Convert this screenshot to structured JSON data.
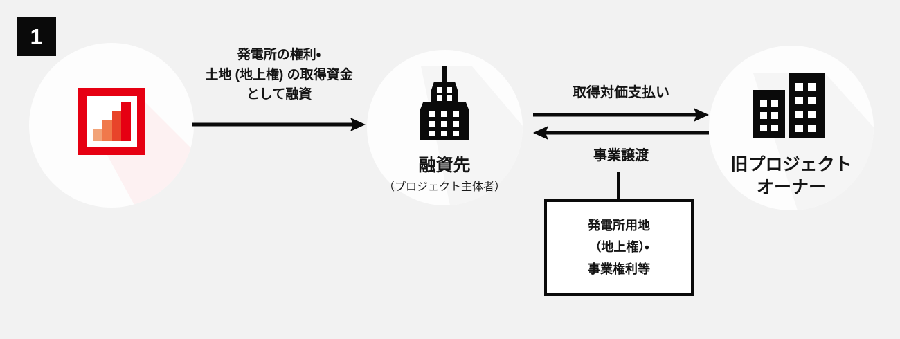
{
  "diagram": {
    "step_badge": "1",
    "background_color": "#f2f2f2"
  },
  "nodes": [
    {
      "id": "lender",
      "icon": "bar-chart-icon",
      "label": "",
      "sublabel": ""
    },
    {
      "id": "borrower",
      "icon": "office-building-icon",
      "label": "融資先",
      "sublabel": "（プロジェクト主体者）"
    },
    {
      "id": "former-owner",
      "icon": "two-buildings-icon",
      "label_line1": "旧プロジェクト",
      "label_line2": "オーナー"
    }
  ],
  "arrows": [
    {
      "id": "loan",
      "direction": "right",
      "label_line1": "発電所の権利・",
      "label_line2": "土地 (地上権) の取得資金",
      "label_line3": "として融資"
    },
    {
      "id": "payment",
      "direction": "right",
      "label": "取得対価支払い"
    },
    {
      "id": "transfer",
      "direction": "left",
      "label": "事業譲渡"
    }
  ],
  "asset_box": {
    "line1": "発電所用地",
    "line2": "（地上権）・",
    "line3": "事業権利等"
  },
  "colors": {
    "background": "#f2f2f2",
    "ink": "#0a0a0a",
    "circle": "#fdfdfd",
    "brand_red": "#e60012",
    "bar_1": "#f2a378",
    "bar_2": "#f0794b",
    "bar_3": "#e8442a",
    "bar_4": "#e60012"
  }
}
